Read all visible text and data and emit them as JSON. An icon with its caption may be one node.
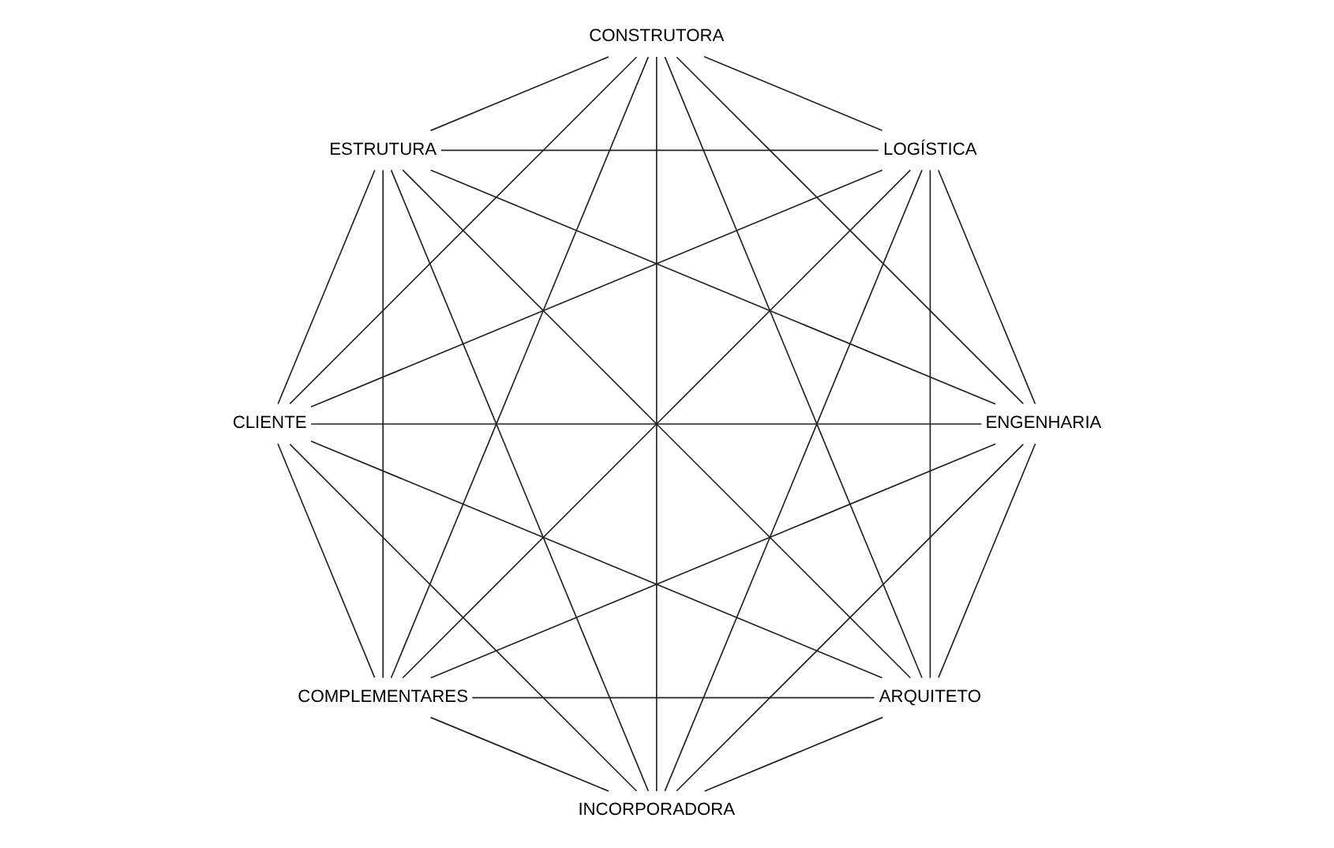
{
  "diagram": {
    "nodes": [
      {
        "text": [
          "ARQUITETO"
        ]
      },
      {
        "text": [
          "ENGENHARIA"
        ]
      },
      {
        "text": [
          "COMPLEMENTARES"
        ]
      },
      {
        "text": [
          "CLIENTE"
        ]
      },
      {
        "text": [
          "ESTRUTURA"
        ]
      },
      {
        "text": [
          "CONSTRUTORA"
        ]
      },
      {
        "text": [
          "LOGÍSTICA"
        ]
      },
      {
        "text": [
          "INCORPORADORA"
        ]
      }
    ],
    "edges": [
      {
        "from": 0,
        "to": 1,
        "arrow": "none"
      },
      {
        "from": 0,
        "to": 2,
        "arrow": "none"
      },
      {
        "from": 0,
        "to": 3,
        "arrow": "none"
      },
      {
        "from": 0,
        "to": 4,
        "arrow": "none"
      },
      {
        "from": 0,
        "to": 5,
        "arrow": "none"
      },
      {
        "from": 0,
        "to": 6,
        "arrow": "none"
      },
      {
        "from": 0,
        "to": 7,
        "arrow": "none"
      },
      {
        "from": 1,
        "to": 2,
        "arrow": "none"
      },
      {
        "from": 1,
        "to": 3,
        "arrow": "none"
      },
      {
        "from": 1,
        "to": 4,
        "arrow": "none"
      },
      {
        "from": 1,
        "to": 5,
        "arrow": "none"
      },
      {
        "from": 1,
        "to": 6,
        "arrow": "none"
      },
      {
        "from": 1,
        "to": 7,
        "arrow": "none"
      },
      {
        "from": 2,
        "to": 3,
        "arrow": "none"
      },
      {
        "from": 2,
        "to": 4,
        "arrow": "none"
      },
      {
        "from": 2,
        "to": 5,
        "arrow": "none"
      },
      {
        "from": 2,
        "to": 6,
        "arrow": "none"
      },
      {
        "from": 2,
        "to": 7,
        "arrow": "none"
      },
      {
        "from": 3,
        "to": 4,
        "arrow": "none"
      },
      {
        "from": 3,
        "to": 5,
        "arrow": "none"
      },
      {
        "from": 3,
        "to": 6,
        "arrow": "none"
      },
      {
        "from": 3,
        "to": 7,
        "arrow": "none"
      },
      {
        "from": 4,
        "to": 5,
        "arrow": "none"
      },
      {
        "from": 4,
        "to": 6,
        "arrow": "none"
      },
      {
        "from": 4,
        "to": 7,
        "arrow": "none"
      },
      {
        "from": 5,
        "to": 6,
        "arrow": "none"
      },
      {
        "from": 5,
        "to": 7,
        "arrow": "none"
      },
      {
        "from": 6,
        "to": 7,
        "arrow": "none"
      }
    ]
  }
}
